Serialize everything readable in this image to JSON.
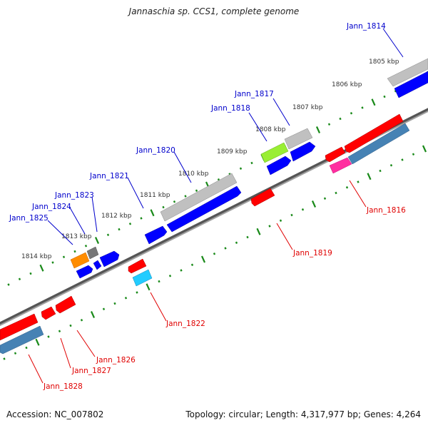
{
  "title": "Jannaschia sp. CCS1, complete genome",
  "footer": {
    "accession": "Accession: NC_007802",
    "topology": "Topology: circular; Length: 4,317,977 bp; Genes: 4,264"
  },
  "colors": {
    "backbone": "#808080",
    "ticks": "#1a8a1a",
    "forward_label": "#0000cc",
    "reverse_label": "#e00000",
    "gene_blue": "#0000ff",
    "gene_gray": "#c0c0c0",
    "gene_red": "#ff0000",
    "gene_steelblue": "#4682b4",
    "gene_orange": "#ff8c00",
    "gene_darkgray": "#777777",
    "gene_lime": "#99ee33",
    "gene_cyan": "#22ccff",
    "gene_pink": "#ff2ea0"
  },
  "kbp_labels": [
    "1805 kbp",
    "1806 kbp",
    "1807 kbp",
    "1808 kbp",
    "1809 kbp",
    "1810 kbp",
    "1811 kbp",
    "1812 kbp",
    "1813 kbp",
    "1814 kbp"
  ],
  "forward_genes": [
    "Jann_1814",
    "Jann_1817",
    "Jann_1818",
    "Jann_1820",
    "Jann_1821",
    "Jann_1823",
    "Jann_1824",
    "Jann_1825"
  ],
  "reverse_genes": [
    "Jann_1816",
    "Jann_1819",
    "Jann_1822",
    "Jann_1826",
    "Jann_1827",
    "Jann_1828"
  ]
}
